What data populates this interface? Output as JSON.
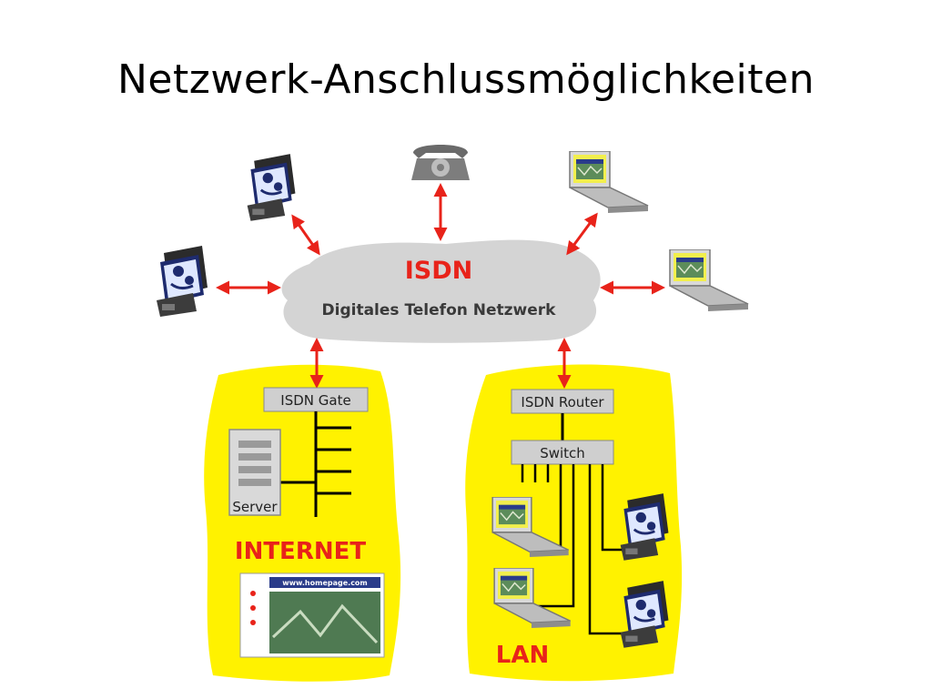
{
  "title": "Netzwerk-Anschlussmöglichkeiten",
  "cloud": {
    "label": "ISDN",
    "sublabel": "Digitales Telefon Netzwerk"
  },
  "internet": {
    "gate_label": "ISDN Gate",
    "server_label": "Server",
    "label": "INTERNET",
    "url": "www.homepage.com"
  },
  "lan": {
    "router_label": "ISDN Router",
    "switch_label": "Switch",
    "label": "LAN"
  },
  "colors": {
    "accent_red": "#e8231a",
    "highlight_yellow": "#fff200",
    "cloud_gray": "#d4d4d4",
    "box_gray": "#cfcfcf"
  },
  "icons": [
    "fax-machine-icon",
    "telephone-icon",
    "laptop-icon",
    "server-icon",
    "webpage-icon"
  ]
}
